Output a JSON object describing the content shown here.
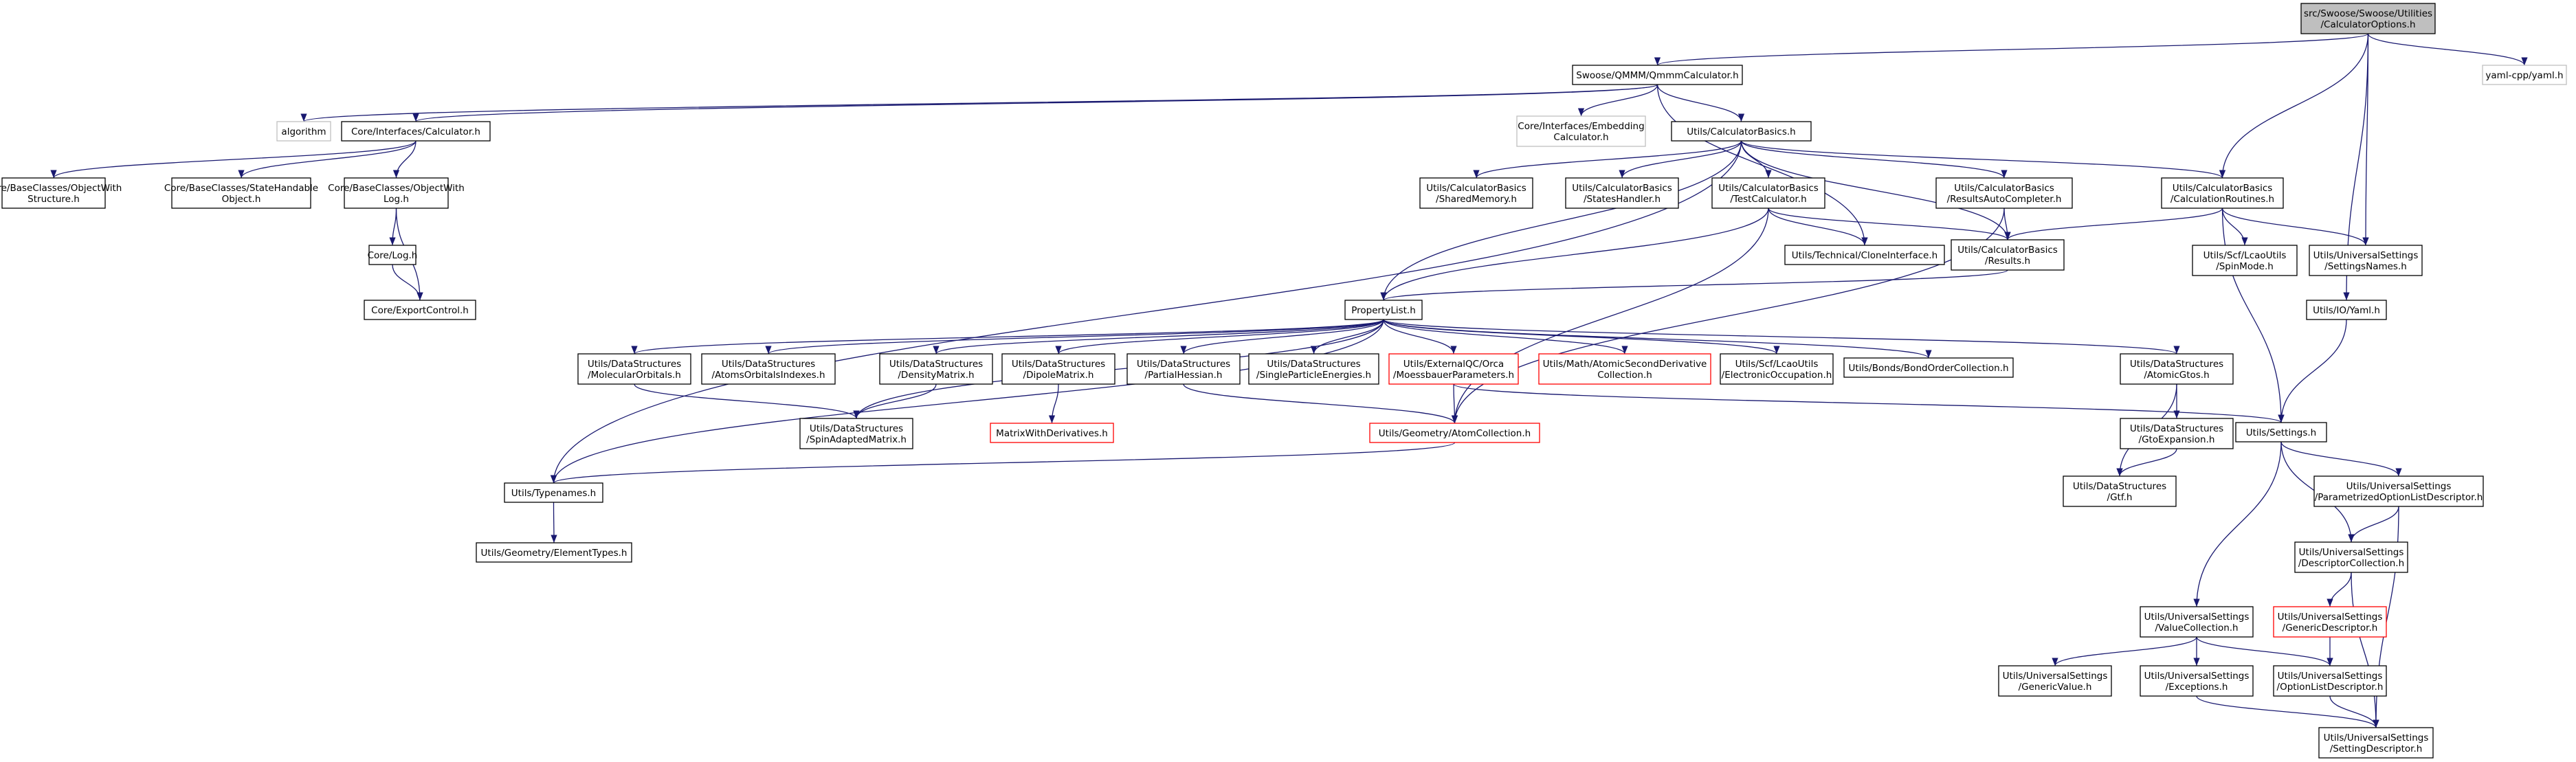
{
  "colors": {
    "edge": "#191970",
    "border_normal": "#000000",
    "border_missing": "#bfbfbf",
    "border_truncated": "#ff0000",
    "fill_root": "#bfbfbf",
    "fill_normal": "#ffffff"
  },
  "nodes": [
    {
      "id": "root",
      "kind": "root",
      "lines": [
        "src/Swoose/Swoose/Utilities",
        "/CalculatorOptions.h"
      ]
    },
    {
      "id": "qmmm",
      "kind": "normal",
      "lines": [
        "Swoose/QMMM/QmmmCalculator.h"
      ]
    },
    {
      "id": "yamlcpp",
      "kind": "missing",
      "lines": [
        "yaml-cpp/yaml.h"
      ]
    },
    {
      "id": "algorithm",
      "kind": "missing",
      "lines": [
        "algorithm"
      ]
    },
    {
      "id": "calculator",
      "kind": "normal",
      "lines": [
        "Core/Interfaces/Calculator.h"
      ]
    },
    {
      "id": "embedding",
      "kind": "missing",
      "lines": [
        "Core/Interfaces/Embedding",
        "Calculator.h"
      ]
    },
    {
      "id": "calcbasics",
      "kind": "normal",
      "lines": [
        "Utils/CalculatorBasics.h"
      ]
    },
    {
      "id": "objstruct",
      "kind": "normal",
      "lines": [
        "Core/BaseClasses/ObjectWith",
        "Structure.h"
      ]
    },
    {
      "id": "statehandle",
      "kind": "normal",
      "lines": [
        "Core/BaseClasses/StateHandable",
        "Object.h"
      ]
    },
    {
      "id": "objlog",
      "kind": "normal",
      "lines": [
        "Core/BaseClasses/ObjectWith",
        "Log.h"
      ]
    },
    {
      "id": "log",
      "kind": "normal",
      "lines": [
        "Core/Log.h"
      ]
    },
    {
      "id": "exportctl",
      "kind": "normal",
      "lines": [
        "Core/ExportControl.h"
      ]
    },
    {
      "id": "sharedmem",
      "kind": "normal",
      "lines": [
        "Utils/CalculatorBasics",
        "/SharedMemory.h"
      ]
    },
    {
      "id": "stateshandler",
      "kind": "normal",
      "lines": [
        "Utils/CalculatorBasics",
        "/StatesHandler.h"
      ]
    },
    {
      "id": "testcalc",
      "kind": "normal",
      "lines": [
        "Utils/CalculatorBasics",
        "/TestCalculator.h"
      ]
    },
    {
      "id": "resultsauto",
      "kind": "normal",
      "lines": [
        "Utils/CalculatorBasics",
        "/ResultsAutoCompleter.h"
      ]
    },
    {
      "id": "calcroutines",
      "kind": "normal",
      "lines": [
        "Utils/CalculatorBasics",
        "/CalculationRoutines.h"
      ]
    },
    {
      "id": "clone",
      "kind": "normal",
      "lines": [
        "Utils/Technical/CloneInterface.h"
      ]
    },
    {
      "id": "results",
      "kind": "normal",
      "lines": [
        "Utils/CalculatorBasics",
        "/Results.h"
      ]
    },
    {
      "id": "spinmode",
      "kind": "normal",
      "lines": [
        "Utils/Scf/LcaoUtils",
        "/SpinMode.h"
      ]
    },
    {
      "id": "settingsnames",
      "kind": "normal",
      "lines": [
        "Utils/UniversalSettings",
        "/SettingsNames.h"
      ]
    },
    {
      "id": "yamlh",
      "kind": "normal",
      "lines": [
        "Utils/IO/Yaml.h"
      ]
    },
    {
      "id": "propertylist",
      "kind": "normal",
      "lines": [
        "PropertyList.h"
      ]
    },
    {
      "id": "molorb",
      "kind": "normal",
      "lines": [
        "Utils/DataStructures",
        "/MolecularOrbitals.h"
      ]
    },
    {
      "id": "atomsorb",
      "kind": "normal",
      "lines": [
        "Utils/DataStructures",
        "/AtomsOrbitalsIndexes.h"
      ]
    },
    {
      "id": "density",
      "kind": "normal",
      "lines": [
        "Utils/DataStructures",
        "/DensityMatrix.h"
      ]
    },
    {
      "id": "dipole",
      "kind": "normal",
      "lines": [
        "Utils/DataStructures",
        "/DipoleMatrix.h"
      ]
    },
    {
      "id": "partialhess",
      "kind": "normal",
      "lines": [
        "Utils/DataStructures",
        "/PartialHessian.h"
      ]
    },
    {
      "id": "singlepart",
      "kind": "normal",
      "lines": [
        "Utils/DataStructures",
        "/SingleParticleEnergies.h"
      ]
    },
    {
      "id": "moess",
      "kind": "truncated",
      "lines": [
        "Utils/ExternalQC/Orca",
        "/MoessbauerParameters.h"
      ]
    },
    {
      "id": "atomicsecond",
      "kind": "truncated",
      "lines": [
        "Utils/Math/AtomicSecondDerivative",
        "Collection.h"
      ]
    },
    {
      "id": "elecocc",
      "kind": "normal",
      "lines": [
        "Utils/Scf/LcaoUtils",
        "/ElectronicOccupation.h"
      ]
    },
    {
      "id": "bondorder",
      "kind": "normal",
      "lines": [
        "Utils/Bonds/BondOrderCollection.h"
      ]
    },
    {
      "id": "atomicgtos",
      "kind": "normal",
      "lines": [
        "Utils/DataStructures",
        "/AtomicGtos.h"
      ]
    },
    {
      "id": "spinadapted",
      "kind": "normal",
      "lines": [
        "Utils/DataStructures",
        "/SpinAdaptedMatrix.h"
      ]
    },
    {
      "id": "matrixderiv",
      "kind": "truncated",
      "lines": [
        "MatrixWithDerivatives.h"
      ]
    },
    {
      "id": "atomcoll",
      "kind": "truncated",
      "lines": [
        "Utils/Geometry/AtomCollection.h"
      ]
    },
    {
      "id": "settings",
      "kind": "normal",
      "lines": [
        "Utils/Settings.h"
      ]
    },
    {
      "id": "gtoexp",
      "kind": "normal",
      "lines": [
        "Utils/DataStructures",
        "/GtoExpansion.h"
      ]
    },
    {
      "id": "typenames",
      "kind": "normal",
      "lines": [
        "Utils/Typenames.h"
      ]
    },
    {
      "id": "gtf",
      "kind": "normal",
      "lines": [
        "Utils/DataStructures",
        "/Gtf.h"
      ]
    },
    {
      "id": "paramopt",
      "kind": "normal",
      "lines": [
        "Utils/UniversalSettings",
        "/ParametrizedOptionListDescriptor.h"
      ]
    },
    {
      "id": "elemtypes",
      "kind": "normal",
      "lines": [
        "Utils/Geometry/ElementTypes.h"
      ]
    },
    {
      "id": "desccoll",
      "kind": "normal",
      "lines": [
        "Utils/UniversalSettings",
        "/DescriptorCollection.h"
      ]
    },
    {
      "id": "valuecoll",
      "kind": "normal",
      "lines": [
        "Utils/UniversalSettings",
        "/ValueCollection.h"
      ]
    },
    {
      "id": "genericdesc",
      "kind": "truncated",
      "lines": [
        "Utils/UniversalSettings",
        "/GenericDescriptor.h"
      ]
    },
    {
      "id": "genericvalue",
      "kind": "normal",
      "lines": [
        "Utils/UniversalSettings",
        "/GenericValue.h"
      ]
    },
    {
      "id": "exceptions",
      "kind": "normal",
      "lines": [
        "Utils/UniversalSettings",
        "/Exceptions.h"
      ]
    },
    {
      "id": "optionlist",
      "kind": "normal",
      "lines": [
        "Utils/UniversalSettings",
        "/OptionListDescriptor.h"
      ]
    },
    {
      "id": "settingdesc",
      "kind": "normal",
      "lines": [
        "Utils/UniversalSettings",
        "/SettingDescriptor.h"
      ]
    }
  ],
  "edges": [
    [
      "root",
      "qmmm"
    ],
    [
      "root",
      "yamlcpp"
    ],
    [
      "root",
      "calcroutines"
    ],
    [
      "root",
      "settingsnames"
    ],
    [
      "root",
      "yamlh"
    ],
    [
      "qmmm",
      "algorithm"
    ],
    [
      "qmmm",
      "calculator"
    ],
    [
      "qmmm",
      "embedding"
    ],
    [
      "qmmm",
      "calcbasics"
    ],
    [
      "qmmm",
      "clone"
    ],
    [
      "calculator",
      "objstruct"
    ],
    [
      "calculator",
      "statehandle"
    ],
    [
      "calculator",
      "objlog"
    ],
    [
      "objlog",
      "log"
    ],
    [
      "objlog",
      "exportctl"
    ],
    [
      "log",
      "exportctl"
    ],
    [
      "calcbasics",
      "sharedmem"
    ],
    [
      "calcbasics",
      "stateshandler"
    ],
    [
      "calcbasics",
      "testcalc"
    ],
    [
      "calcbasics",
      "resultsauto"
    ],
    [
      "calcbasics",
      "calcroutines"
    ],
    [
      "calcbasics",
      "results"
    ],
    [
      "calcbasics",
      "propertylist"
    ],
    [
      "calcbasics",
      "typenames"
    ],
    [
      "testcalc",
      "clone"
    ],
    [
      "testcalc",
      "results"
    ],
    [
      "testcalc",
      "propertylist"
    ],
    [
      "testcalc",
      "atomcoll"
    ],
    [
      "resultsauto",
      "results"
    ],
    [
      "resultsauto",
      "atomcoll"
    ],
    [
      "calcroutines",
      "results"
    ],
    [
      "calcroutines",
      "spinmode"
    ],
    [
      "calcroutines",
      "settingsnames"
    ],
    [
      "calcroutines",
      "settings"
    ],
    [
      "results",
      "propertylist"
    ],
    [
      "yamlh",
      "settings"
    ],
    [
      "propertylist",
      "molorb"
    ],
    [
      "propertylist",
      "atomsorb"
    ],
    [
      "propertylist",
      "density"
    ],
    [
      "propertylist",
      "dipole"
    ],
    [
      "propertylist",
      "partialhess"
    ],
    [
      "propertylist",
      "singlepart"
    ],
    [
      "propertylist",
      "moess"
    ],
    [
      "propertylist",
      "atomicsecond"
    ],
    [
      "propertylist",
      "elecocc"
    ],
    [
      "propertylist",
      "bondorder"
    ],
    [
      "propertylist",
      "atomicgtos"
    ],
    [
      "propertylist",
      "spinadapted"
    ],
    [
      "propertylist",
      "typenames"
    ],
    [
      "molorb",
      "spinadapted"
    ],
    [
      "density",
      "spinadapted"
    ],
    [
      "dipole",
      "matrixderiv"
    ],
    [
      "partialhess",
      "atomcoll"
    ],
    [
      "moess",
      "atomcoll"
    ],
    [
      "moess",
      "settings"
    ],
    [
      "atomicgtos",
      "gtoexp"
    ],
    [
      "atomicgtos",
      "gtf"
    ],
    [
      "gtoexp",
      "gtf"
    ],
    [
      "atomcoll",
      "typenames"
    ],
    [
      "typenames",
      "elemtypes"
    ],
    [
      "settings",
      "paramopt"
    ],
    [
      "settings",
      "desccoll"
    ],
    [
      "settings",
      "valuecoll"
    ],
    [
      "paramopt",
      "desccoll"
    ],
    [
      "paramopt",
      "settingdesc"
    ],
    [
      "desccoll",
      "genericdesc"
    ],
    [
      "desccoll",
      "settingdesc"
    ],
    [
      "valuecoll",
      "genericvalue"
    ],
    [
      "valuecoll",
      "exceptions"
    ],
    [
      "valuecoll",
      "optionlist"
    ],
    [
      "genericdesc",
      "optionlist"
    ],
    [
      "optionlist",
      "settingdesc"
    ],
    [
      "exceptions",
      "settingdesc"
    ]
  ]
}
